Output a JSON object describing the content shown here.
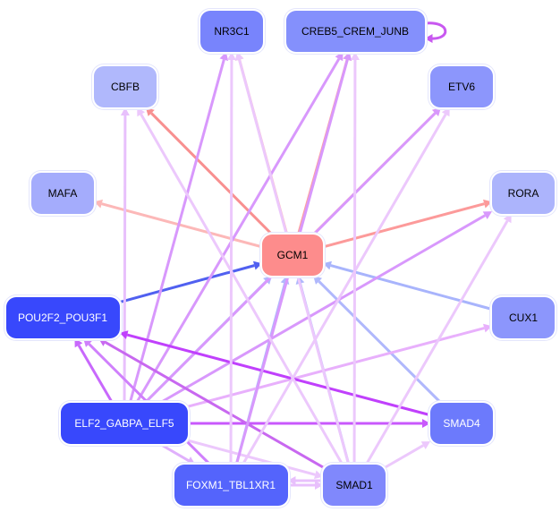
{
  "nodes": [
    {
      "id": "NR3C1",
      "label": "NR3C1",
      "fill": "#7884fc",
      "text": "#000000"
    },
    {
      "id": "CREB5_CREM_JUNB",
      "label": "CREB5_CREM_JUNB",
      "fill": "#8490fc",
      "text": "#000000"
    },
    {
      "id": "CBFB",
      "label": "CBFB",
      "fill": "#b0b8fc",
      "text": "#000000"
    },
    {
      "id": "ETV6",
      "label": "ETV6",
      "fill": "#8c96fc",
      "text": "#000000"
    },
    {
      "id": "MAFA",
      "label": "MAFA",
      "fill": "#a4acfc",
      "text": "#000000"
    },
    {
      "id": "RORA",
      "label": "RORA",
      "fill": "#acb4fc",
      "text": "#000000"
    },
    {
      "id": "GCM1",
      "label": "GCM1",
      "fill": "#fd8c8c",
      "text": "#000000"
    },
    {
      "id": "POU2F2_POU3F1",
      "label": "POU2F2_POU3F1",
      "fill": "#3848fc",
      "text": "#ffffff"
    },
    {
      "id": "CUX1",
      "label": "CUX1",
      "fill": "#8c96fc",
      "text": "#000000"
    },
    {
      "id": "ELF2_GABPA_ELF5",
      "label": "ELF2_GABPA_ELF5",
      "fill": "#3848fc",
      "text": "#ffffff"
    },
    {
      "id": "SMAD4",
      "label": "SMAD4",
      "fill": "#6c7afc",
      "text": "#ffffff"
    },
    {
      "id": "FOXM1_TBL1XR1",
      "label": "FOXM1_TBL1XR1",
      "fill": "#5464fc",
      "text": "#ffffff"
    },
    {
      "id": "SMAD1",
      "label": "SMAD1",
      "fill": "#8088fc",
      "text": "#000000"
    }
  ],
  "edges": [
    {
      "from": "GCM1",
      "to": "CBFB",
      "color": "#f89090"
    },
    {
      "from": "GCM1",
      "to": "MAFA",
      "color": "#fcb8b8"
    },
    {
      "from": "GCM1",
      "to": "NR3C1",
      "color": "#fcb8b8"
    },
    {
      "from": "GCM1",
      "to": "CREB5_CREM_JUNB",
      "color": "#fca0a0"
    },
    {
      "from": "GCM1",
      "to": "ETV6",
      "color": "#fcc0c0"
    },
    {
      "from": "GCM1",
      "to": "RORA",
      "color": "#fc9a9a"
    },
    {
      "from": "POU2F2_POU3F1",
      "to": "GCM1",
      "color": "#5060f0"
    },
    {
      "from": "CUX1",
      "to": "GCM1",
      "color": "#a8b4fc"
    },
    {
      "from": "SMAD4",
      "to": "GCM1",
      "color": "#b0b8fc"
    },
    {
      "from": "SMAD1",
      "to": "GCM1",
      "color": "#b0b8fc"
    },
    {
      "from": "FOXM1_TBL1XR1",
      "to": "GCM1",
      "color": "#b0b8fc"
    },
    {
      "from": "ELF2_GABPA_ELF5",
      "to": "GCM1",
      "color": "#b0b8fc"
    },
    {
      "from": "ELF2_GABPA_ELF5",
      "to": "NR3C1",
      "color": "#d898fc"
    },
    {
      "from": "ELF2_GABPA_ELF5",
      "to": "CREB5_CREM_JUNB",
      "color": "#d898fc"
    },
    {
      "from": "ELF2_GABPA_ELF5",
      "to": "ETV6",
      "color": "#d898fc"
    },
    {
      "from": "ELF2_GABPA_ELF5",
      "to": "RORA",
      "color": "#d898fc"
    },
    {
      "from": "ELF2_GABPA_ELF5",
      "to": "CUX1",
      "color": "#e8b0fc"
    },
    {
      "from": "ELF2_GABPA_ELF5",
      "to": "SMAD4",
      "color": "#c858fc"
    },
    {
      "from": "ELF2_GABPA_ELF5",
      "to": "POU2F2_POU3F1",
      "color": "#c868fc"
    },
    {
      "from": "ELF2_GABPA_ELF5",
      "to": "CBFB",
      "color": "#e8c0fc"
    },
    {
      "from": "ELF2_GABPA_ELF5",
      "to": "FOXM1_TBL1XR1",
      "color": "#e0b0fc"
    },
    {
      "from": "ELF2_GABPA_ELF5",
      "to": "SMAD1",
      "color": "#ecc8fc"
    },
    {
      "from": "SMAD4",
      "to": "POU2F2_POU3F1",
      "color": "#c040fc"
    },
    {
      "from": "SMAD1",
      "to": "POU2F2_POU3F1",
      "color": "#c868f0"
    },
    {
      "from": "FOXM1_TBL1XR1",
      "to": "POU2F2_POU3F1",
      "color": "#d080fc"
    },
    {
      "from": "FOXM1_TBL1XR1",
      "to": "NR3C1",
      "color": "#ecc8fc"
    },
    {
      "from": "FOXM1_TBL1XR1",
      "to": "CREB5_CREM_JUNB",
      "color": "#d898fc"
    },
    {
      "from": "FOXM1_TBL1XR1",
      "to": "ETV6",
      "color": "#ecc8fc"
    },
    {
      "from": "FOXM1_TBL1XR1",
      "to": "SMAD1",
      "color": "#e8c0fc"
    },
    {
      "from": "SMAD1",
      "to": "FOXM1_TBL1XR1",
      "color": "#e8c0fc"
    },
    {
      "from": "SMAD1",
      "to": "CBFB",
      "color": "#ecc8fc"
    },
    {
      "from": "SMAD1",
      "to": "CREB5_CREM_JUNB",
      "color": "#ecc8fc"
    },
    {
      "from": "SMAD1",
      "to": "NR3C1",
      "color": "#ecc8fc"
    },
    {
      "from": "SMAD1",
      "to": "RORA",
      "color": "#ecc8fc"
    },
    {
      "from": "SMAD1",
      "to": "SMAD4",
      "color": "#ecc8fc"
    },
    {
      "from": "CREB5_CREM_JUNB",
      "to": "CREB5_CREM_JUNB",
      "color": "#c858f0"
    }
  ]
}
